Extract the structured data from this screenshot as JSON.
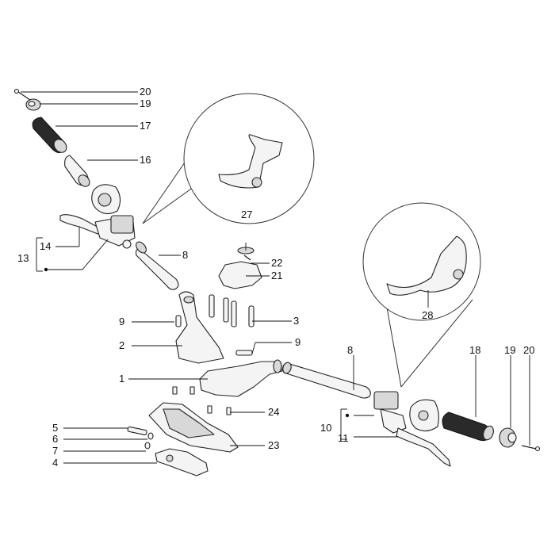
{
  "diagram": {
    "labels": {
      "l20a": "20",
      "l19a": "19",
      "l17": "17",
      "l16": "16",
      "l14": "14",
      "l13": "13",
      "l8a": "8",
      "l27": "27",
      "l22": "22",
      "l21": "21",
      "l3": "3",
      "l9a": "9",
      "l2": "2",
      "l9b": "9",
      "l1": "1",
      "l24": "24",
      "l5": "5",
      "l6": "6",
      "l7": "7",
      "l4": "4",
      "l23": "23",
      "l28": "28",
      "l8b": "8",
      "l18": "18",
      "l19b": "19",
      "l20b": "20",
      "l10": "10",
      "l11": "11"
    }
  }
}
